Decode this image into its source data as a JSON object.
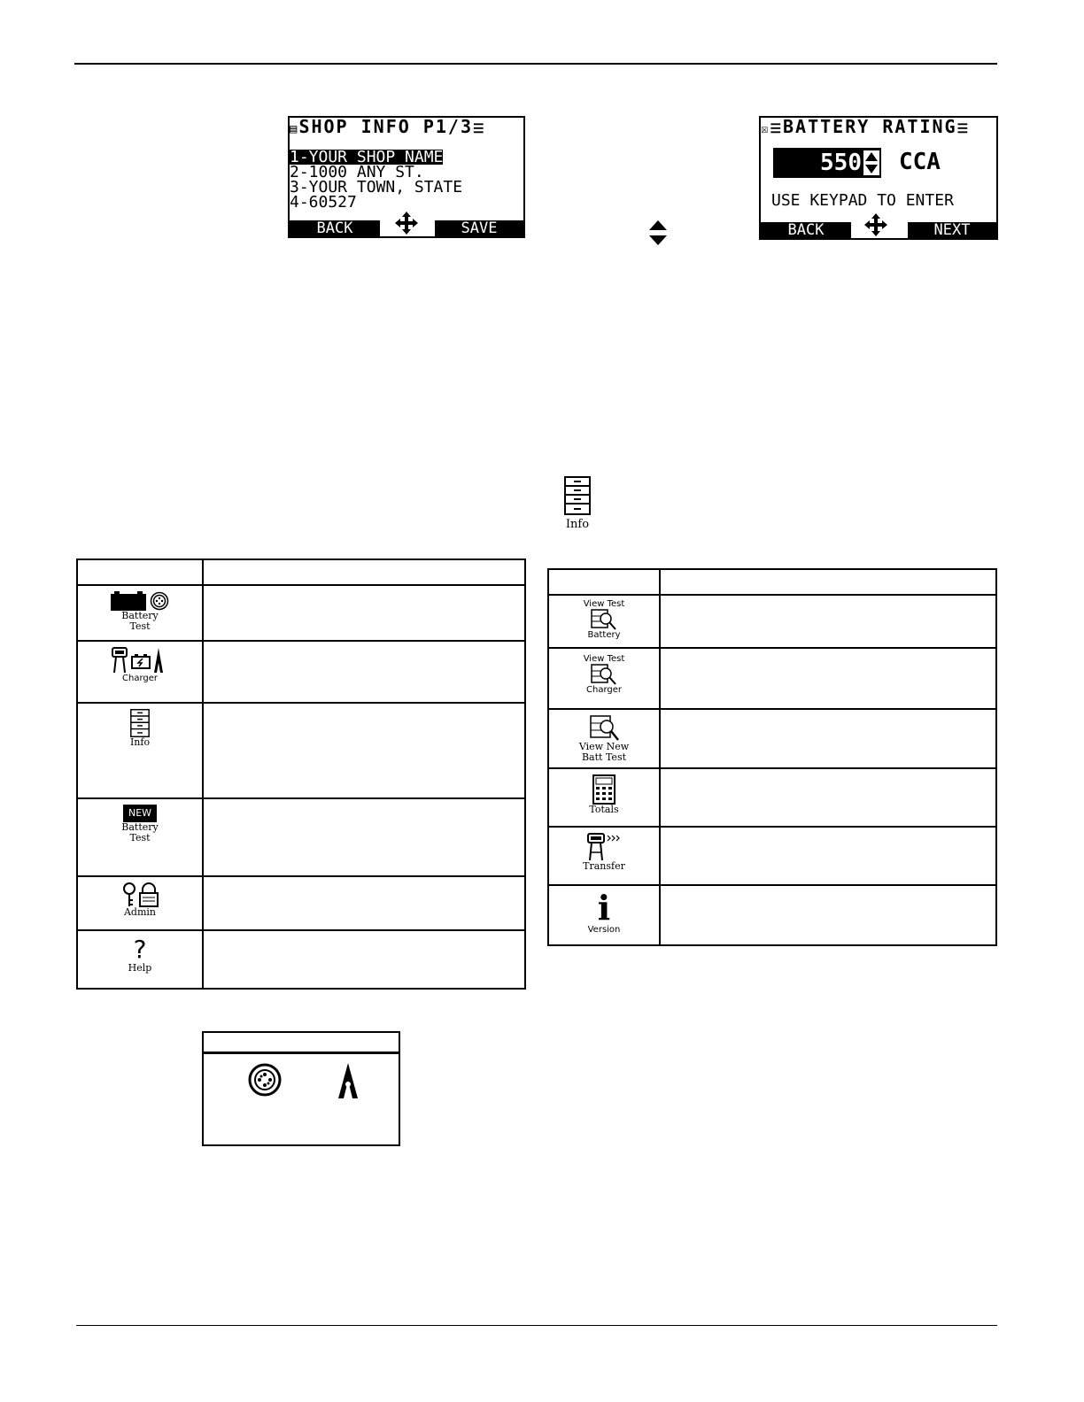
{
  "screen_shop": {
    "title": "SHOP INFO P1/3",
    "lines": [
      "1-YOUR SHOP NAME",
      "2-1000 ANY ST.",
      "3-YOUR TOWN, STATE",
      "4-60527"
    ],
    "left_soft": "BACK",
    "right_soft": "SAVE"
  },
  "screen_battery": {
    "title": "BATTERY RATING",
    "value": "550",
    "unit": "CCA",
    "instruction": "USE KEYPAD TO ENTER",
    "left_soft": "BACK",
    "right_soft": "NEXT"
  },
  "info_icon_label": "Info",
  "left_table": {
    "rows": [
      {
        "icon": "battery-test-icon",
        "caption": [
          "Battery",
          "Test"
        ]
      },
      {
        "icon": "charger-icon",
        "caption": [
          "Charger"
        ]
      },
      {
        "icon": "info-icon",
        "caption": [
          "Info"
        ]
      },
      {
        "icon": "new-battery-test-icon",
        "badge": "NEW",
        "caption": [
          "Battery",
          "Test"
        ]
      },
      {
        "icon": "admin-icon",
        "caption": [
          "Admin"
        ]
      },
      {
        "icon": "help-icon",
        "glyph": "?",
        "caption": [
          "Help"
        ]
      }
    ]
  },
  "right_table": {
    "rows": [
      {
        "icon": "view-test-battery-icon",
        "top": "View Test",
        "caption": [
          "Battery"
        ]
      },
      {
        "icon": "view-test-charger-icon",
        "top": "View Test",
        "caption": [
          "Charger"
        ]
      },
      {
        "icon": "view-new-batt-test-icon",
        "caption": [
          "View New",
          "Batt Test"
        ]
      },
      {
        "icon": "totals-icon",
        "caption": [
          "Totals"
        ]
      },
      {
        "icon": "transfer-icon",
        "caption": [
          "Transfer"
        ]
      },
      {
        "icon": "version-icon",
        "glyph": "i",
        "caption": [
          "Version"
        ]
      }
    ]
  },
  "colors": {
    "ink": "#000000",
    "paper": "#ffffff"
  }
}
